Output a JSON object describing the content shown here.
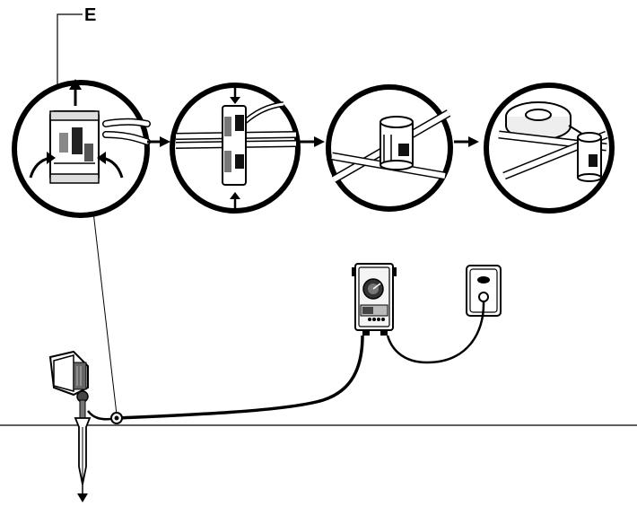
{
  "diagram": {
    "callout_label": "E",
    "steps": [
      {
        "name": "open-connector"
      },
      {
        "name": "press-connector"
      },
      {
        "name": "connector-closed"
      },
      {
        "name": "wrap-with-tape"
      }
    ],
    "components": {
      "fixture": "spotlight-on-stake",
      "transformer": "low-voltage-transformer",
      "outlet": "wall-outlet"
    },
    "colors": {
      "line": "#000000",
      "background": "#ffffff",
      "fill_light": "#e6e6e6",
      "fill_mid": "#bdbdbd",
      "fill_dark": "#555555"
    }
  }
}
